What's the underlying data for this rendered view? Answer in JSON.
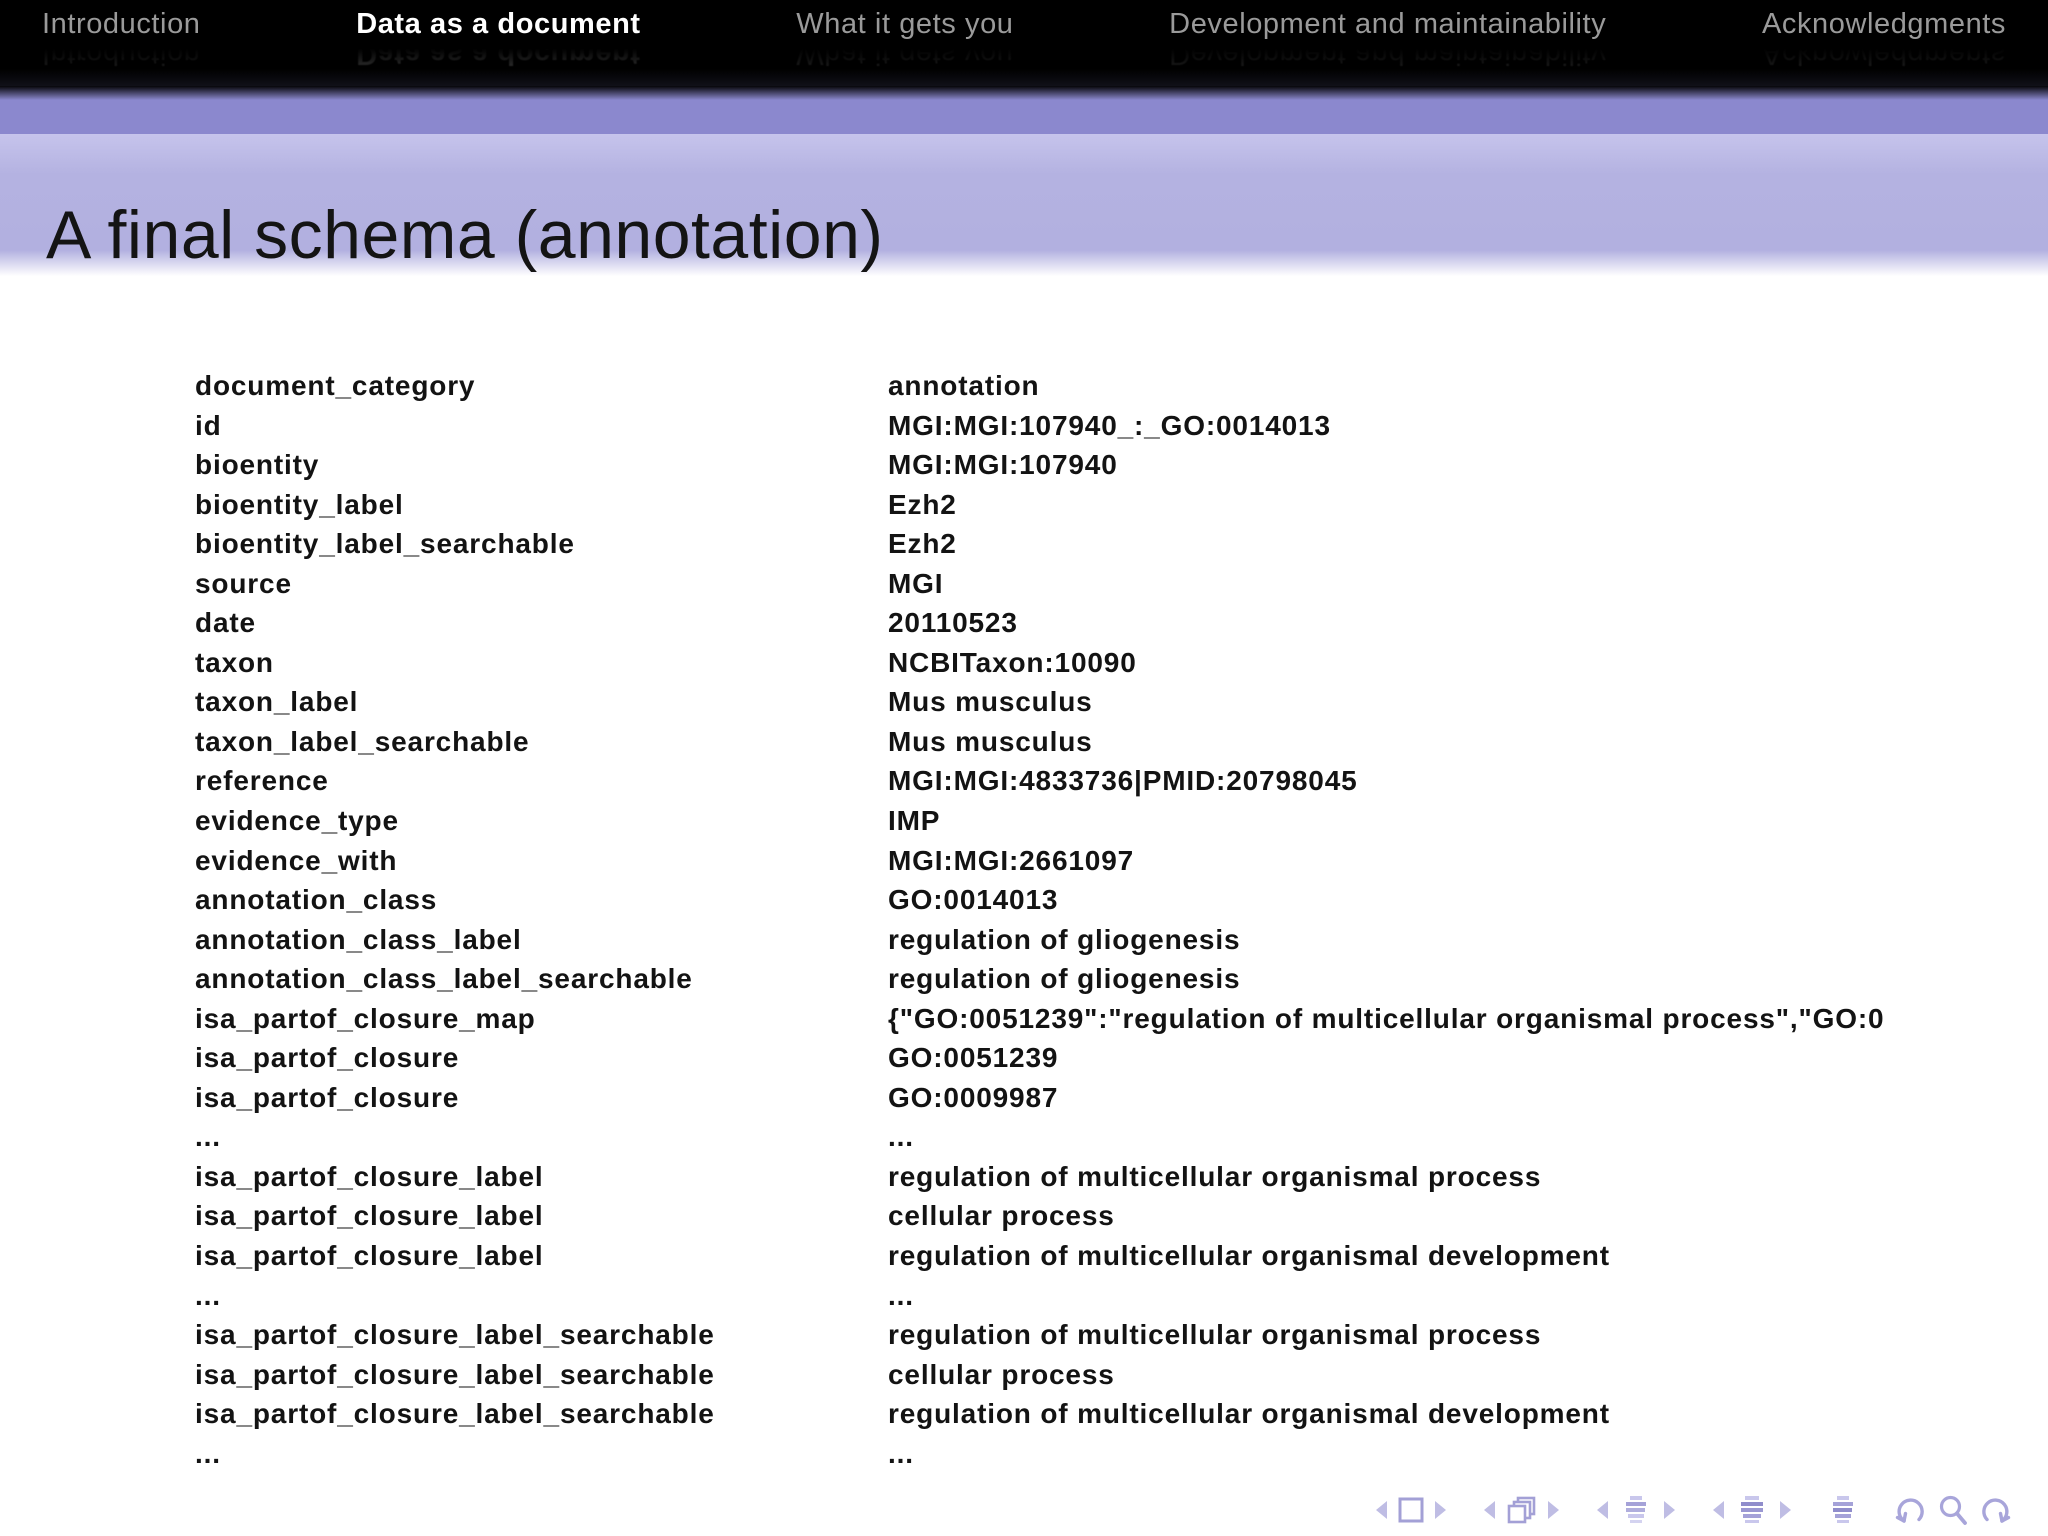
{
  "nav": {
    "items": [
      {
        "label": "Introduction",
        "active": false
      },
      {
        "label": "Data as a document",
        "active": true
      },
      {
        "label": "What it gets you",
        "active": false
      },
      {
        "label": "Development and maintainability",
        "active": false
      },
      {
        "label": "Acknowledgments",
        "active": false
      }
    ]
  },
  "slide": {
    "title": "A final schema (annotation)"
  },
  "schema": {
    "rows": [
      {
        "key": "document_category",
        "value": "annotation"
      },
      {
        "key": "id",
        "value": "MGI:MGI:107940_:_GO:0014013"
      },
      {
        "key": "bioentity",
        "value": "MGI:MGI:107940"
      },
      {
        "key": "bioentity_label",
        "value": "Ezh2"
      },
      {
        "key": "bioentity_label_searchable",
        "value": "Ezh2"
      },
      {
        "key": "source",
        "value": "MGI"
      },
      {
        "key": "date",
        "value": "20110523"
      },
      {
        "key": "taxon",
        "value": "NCBITaxon:10090"
      },
      {
        "key": "taxon_label",
        "value": "Mus musculus"
      },
      {
        "key": "taxon_label_searchable",
        "value": "Mus musculus"
      },
      {
        "key": "reference",
        "value": "MGI:MGI:4833736|PMID:20798045"
      },
      {
        "key": "evidence_type",
        "value": "IMP"
      },
      {
        "key": "evidence_with",
        "value": "MGI:MGI:2661097"
      },
      {
        "key": "annotation_class",
        "value": "GO:0014013"
      },
      {
        "key": "annotation_class_label",
        "value": "regulation of gliogenesis"
      },
      {
        "key": "annotation_class_label_searchable",
        "value": "regulation of gliogenesis"
      },
      {
        "key": "isa_partof_closure_map",
        "value": "{\"GO:0051239\":\"regulation of multicellular organismal process\",\"GO:0"
      },
      {
        "key": "isa_partof_closure",
        "value": "GO:0051239"
      },
      {
        "key": "isa_partof_closure",
        "value": "GO:0009987"
      },
      {
        "key": "...",
        "value": "..."
      },
      {
        "key": "isa_partof_closure_label",
        "value": "regulation of multicellular organismal process"
      },
      {
        "key": "isa_partof_closure_label",
        "value": "cellular process"
      },
      {
        "key": "isa_partof_closure_label",
        "value": "regulation of multicellular organismal development"
      },
      {
        "key": "...",
        "value": "..."
      },
      {
        "key": "isa_partof_closure_label_searchable",
        "value": "regulation of multicellular organismal process"
      },
      {
        "key": "isa_partof_closure_label_searchable",
        "value": "cellular process"
      },
      {
        "key": "isa_partof_closure_label_searchable",
        "value": "regulation of multicellular organismal development"
      },
      {
        "key": "...",
        "value": "..."
      }
    ]
  },
  "nav_symbols": {
    "groups": [
      {
        "icons": [
          "prev-slide-icon",
          "slide-frame-icon",
          "next-slide-icon"
        ]
      },
      {
        "icons": [
          "prev-overlay-icon",
          "overlay-frames-icon",
          "next-overlay-icon"
        ]
      },
      {
        "icons": [
          "prev-section-icon",
          "section-outline-icon",
          "next-section-icon"
        ]
      },
      {
        "icons": [
          "prev-subsection-icon",
          "subsection-outline-icon",
          "next-subsection-icon"
        ]
      },
      {
        "icons": [
          "presentation-outline-icon"
        ]
      },
      {
        "icons": [
          "back-icon",
          "search-icon",
          "forward-icon"
        ]
      }
    ]
  },
  "colors": {
    "navbar_bg": "#000000",
    "nav_active": "#ffffff",
    "nav_inactive": "#9a9a9a",
    "band_dark": "#8b88ce",
    "band_light": "#b2b0e0",
    "title_color": "#141414",
    "body_text": "#131313",
    "nav_symbol": "#a8a5da"
  }
}
